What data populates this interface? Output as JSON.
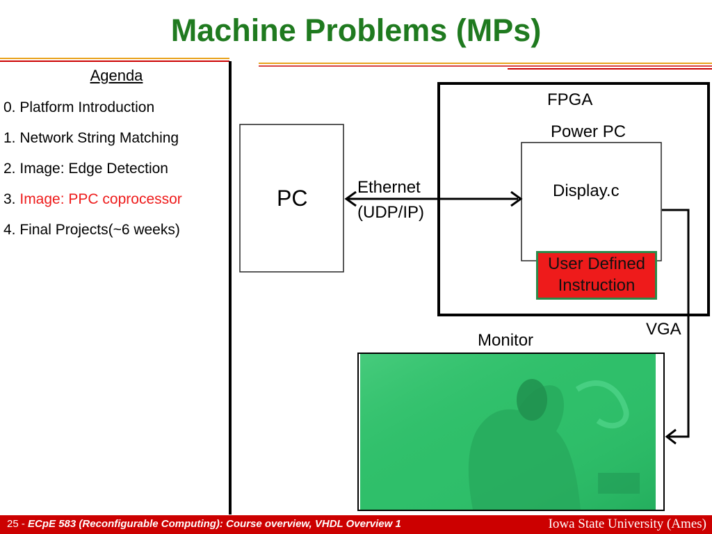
{
  "slide": {
    "title": "Machine Problems (MPs)"
  },
  "agenda": {
    "heading": "Agenda",
    "items": [
      {
        "prefix": "0. ",
        "text": "Platform Introduction",
        "highlight": false
      },
      {
        "prefix": "1. ",
        "text": "Network String Matching",
        "highlight": false
      },
      {
        "prefix": "2. ",
        "text": "Image: Edge Detection",
        "highlight": false
      },
      {
        "prefix": "3. ",
        "text": "Image: PPC coprocessor",
        "highlight": true
      },
      {
        "prefix": "4. ",
        "text": "Final Projects(~6 weeks)",
        "highlight": false
      }
    ]
  },
  "diagram": {
    "pc_label": "PC",
    "ethernet_line1": "Ethernet",
    "ethernet_line2": "(UDP/IP)",
    "fpga_label": "FPGA",
    "powerpc_label": "Power PC",
    "display_label": "Display.c",
    "udi_line1": "User Defined",
    "udi_line2": "Instruction",
    "vga_label": "VGA",
    "monitor_label": "Monitor"
  },
  "footer": {
    "page_number": "25",
    "separator": " - ",
    "course_text": "ECpE 583 (Reconfigurable Computing): Course overview, VHDL Overview 1",
    "institution": "Iowa State University (Ames)"
  },
  "colors": {
    "title": "#1f7a1f",
    "highlight": "#ee1b1b",
    "footer_bg": "#cc0000",
    "udi_box": "#ee1b1b",
    "monitor_screen": "#2fbf6a"
  }
}
